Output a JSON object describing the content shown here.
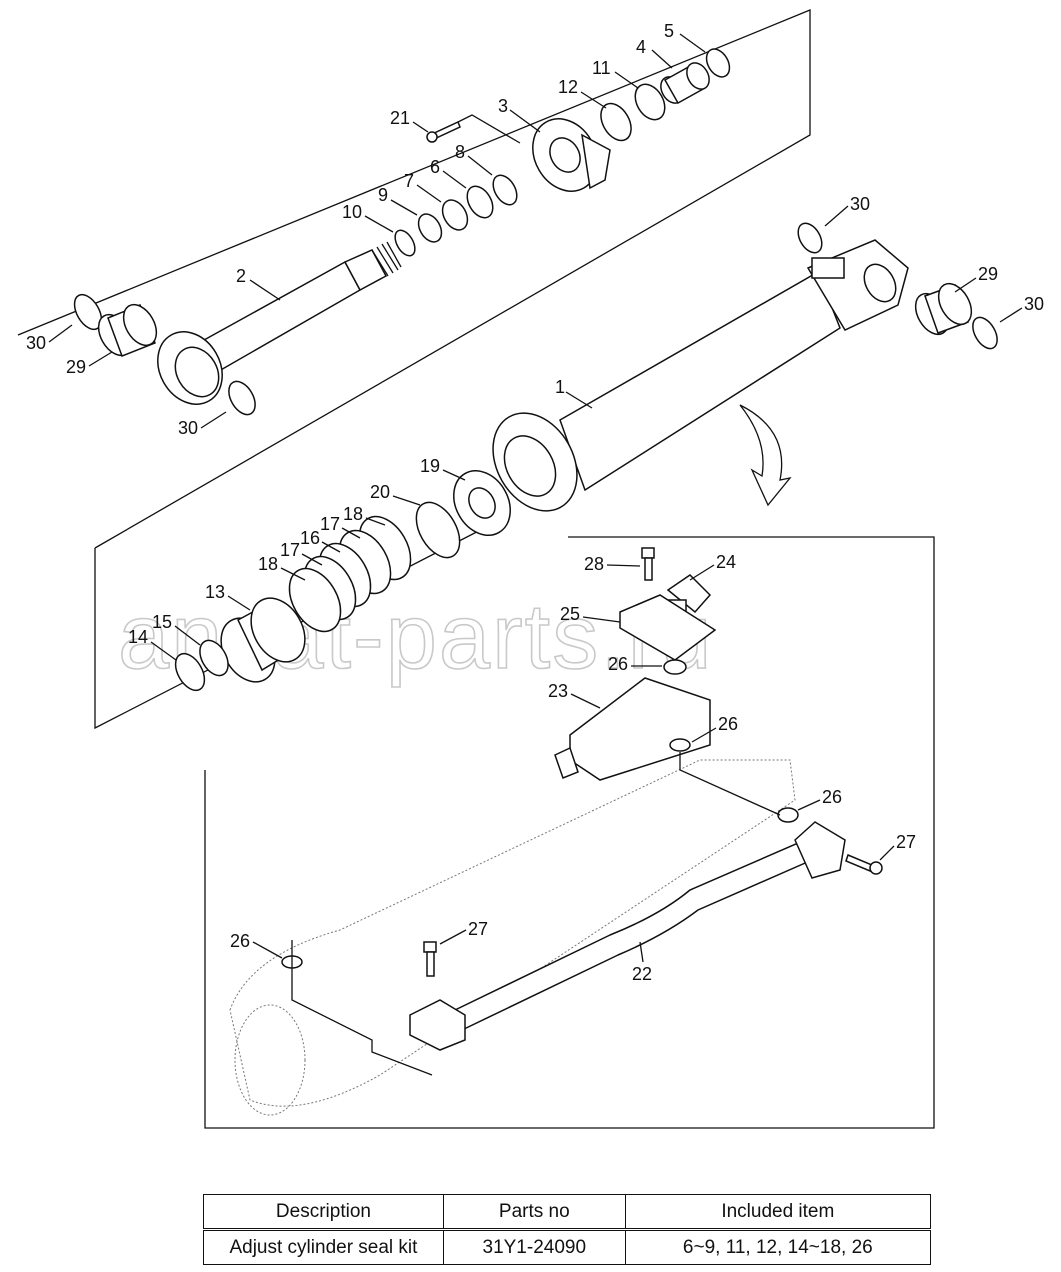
{
  "watermark": "ansat-parts.ru",
  "callouts": [
    {
      "id": "c5",
      "label": "5"
    },
    {
      "id": "c4",
      "label": "4"
    },
    {
      "id": "c11",
      "label": "11"
    },
    {
      "id": "c12",
      "label": "12"
    },
    {
      "id": "c3",
      "label": "3"
    },
    {
      "id": "c21",
      "label": "21"
    },
    {
      "id": "c8",
      "label": "8"
    },
    {
      "id": "c6",
      "label": "6"
    },
    {
      "id": "c7",
      "label": "7"
    },
    {
      "id": "c9",
      "label": "9"
    },
    {
      "id": "c10",
      "label": "10"
    },
    {
      "id": "c2",
      "label": "2"
    },
    {
      "id": "c30a",
      "label": "30"
    },
    {
      "id": "c29a",
      "label": "29"
    },
    {
      "id": "c30b",
      "label": "30"
    },
    {
      "id": "c30c",
      "label": "30"
    },
    {
      "id": "c29b",
      "label": "29"
    },
    {
      "id": "c30d",
      "label": "30"
    },
    {
      "id": "c1",
      "label": "1"
    },
    {
      "id": "c19",
      "label": "19"
    },
    {
      "id": "c20",
      "label": "20"
    },
    {
      "id": "c18a",
      "label": "18"
    },
    {
      "id": "c17a",
      "label": "17"
    },
    {
      "id": "c16",
      "label": "16"
    },
    {
      "id": "c17b",
      "label": "17"
    },
    {
      "id": "c18b",
      "label": "18"
    },
    {
      "id": "c13",
      "label": "13"
    },
    {
      "id": "c15",
      "label": "15"
    },
    {
      "id": "c14",
      "label": "14"
    },
    {
      "id": "c28",
      "label": "28"
    },
    {
      "id": "c24",
      "label": "24"
    },
    {
      "id": "c25",
      "label": "25"
    },
    {
      "id": "c26a",
      "label": "26"
    },
    {
      "id": "c23",
      "label": "23"
    },
    {
      "id": "c26b",
      "label": "26"
    },
    {
      "id": "c26c",
      "label": "26"
    },
    {
      "id": "c27a",
      "label": "27"
    },
    {
      "id": "c27b",
      "label": "27"
    },
    {
      "id": "c26d",
      "label": "26"
    },
    {
      "id": "c22",
      "label": "22"
    }
  ],
  "table": {
    "headers": [
      "Description",
      "Parts no",
      "Included item"
    ],
    "rows": [
      [
        "Adjust cylinder seal kit",
        "31Y1-24090",
        "6~9, 11, 12, 14~18, 26"
      ]
    ]
  }
}
